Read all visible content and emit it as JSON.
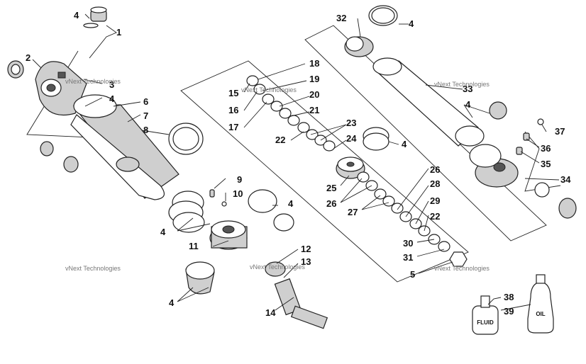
{
  "watermark": "vNext Technologies",
  "callouts": [
    "1",
    "2",
    "3",
    "4",
    "5",
    "6",
    "7",
    "8",
    "9",
    "10",
    "11",
    "12",
    "13",
    "14",
    "15",
    "16",
    "17",
    "18",
    "19",
    "20",
    "21",
    "22",
    "23",
    "24",
    "25",
    "26",
    "27",
    "28",
    "29",
    "30",
    "31",
    "32",
    "33",
    "34",
    "35",
    "36",
    "37",
    "38",
    "39"
  ],
  "bottles": {
    "fluid": "FLUID",
    "oil": "OIL"
  }
}
